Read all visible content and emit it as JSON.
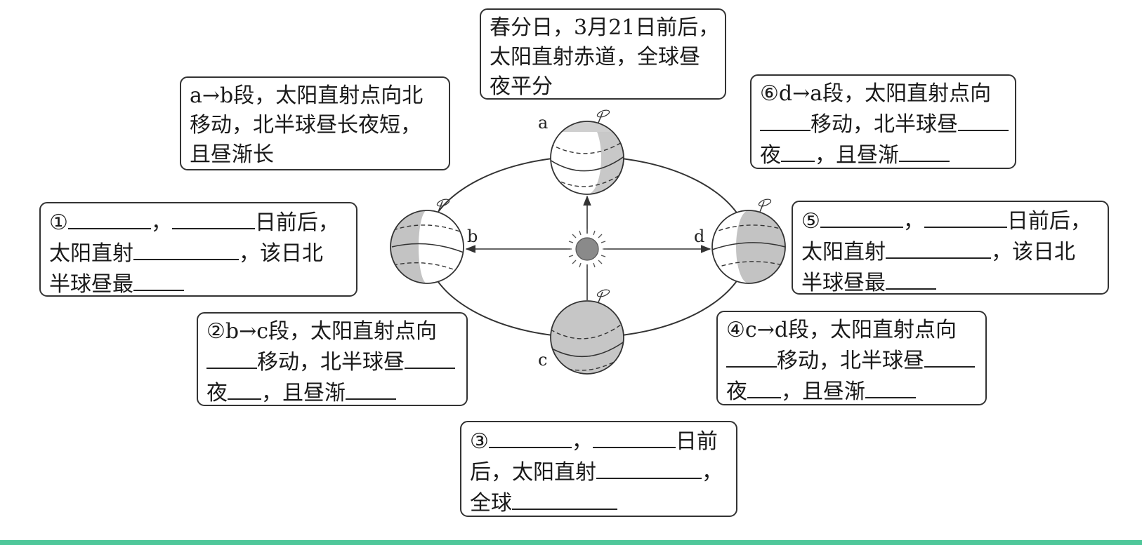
{
  "boxes": {
    "top_center": {
      "lines": [
        "春分日，3月21日前后，",
        "太阳直射赤道，全球昼",
        "夜平分"
      ]
    },
    "top_left": {
      "lines": [
        "a→b段，太阳直射点向北",
        "移动，北半球昼长夜短，",
        "且昼渐长"
      ]
    },
    "top_right": {
      "line1": "⑥d→a段，太阳直射点向",
      "line2a": "移动，北半球昼",
      "line3a": "夜",
      "line3b": "，且昼渐"
    },
    "left": {
      "line1a": "①",
      "line1b": "，",
      "line1c": "日前后，",
      "line2a": "太阳直射",
      "line2b": "，该日北",
      "line3a": "半球昼最"
    },
    "right": {
      "line1a": "⑤",
      "line1b": "，",
      "line1c": "日前后，",
      "line2a": "太阳直射",
      "line2b": "，该日北",
      "line3a": "半球昼最"
    },
    "bottom_left": {
      "line1": "②b→c段，太阳直射点向",
      "line2a": "移动，北半球昼",
      "line3a": "夜",
      "line3b": "，且昼渐"
    },
    "bottom_right": {
      "line1": "④c→d段，太阳直射点向",
      "line2a": "移动，北半球昼",
      "line3a": "夜",
      "line3b": "，且昼渐"
    },
    "bottom_center": {
      "line1a": "③",
      "line1b": "，",
      "line1c": "日前",
      "line2a": "后，太阳直射",
      "line2b": "，",
      "line3a": "全球"
    }
  },
  "planets": {
    "a": "a",
    "b": "b",
    "c": "c",
    "d": "d"
  },
  "colors": {
    "night_shade": "#b9b9b9",
    "sun": "#8a8a8a",
    "outline": "#333333",
    "bottom_bar": "#4fc79a"
  }
}
